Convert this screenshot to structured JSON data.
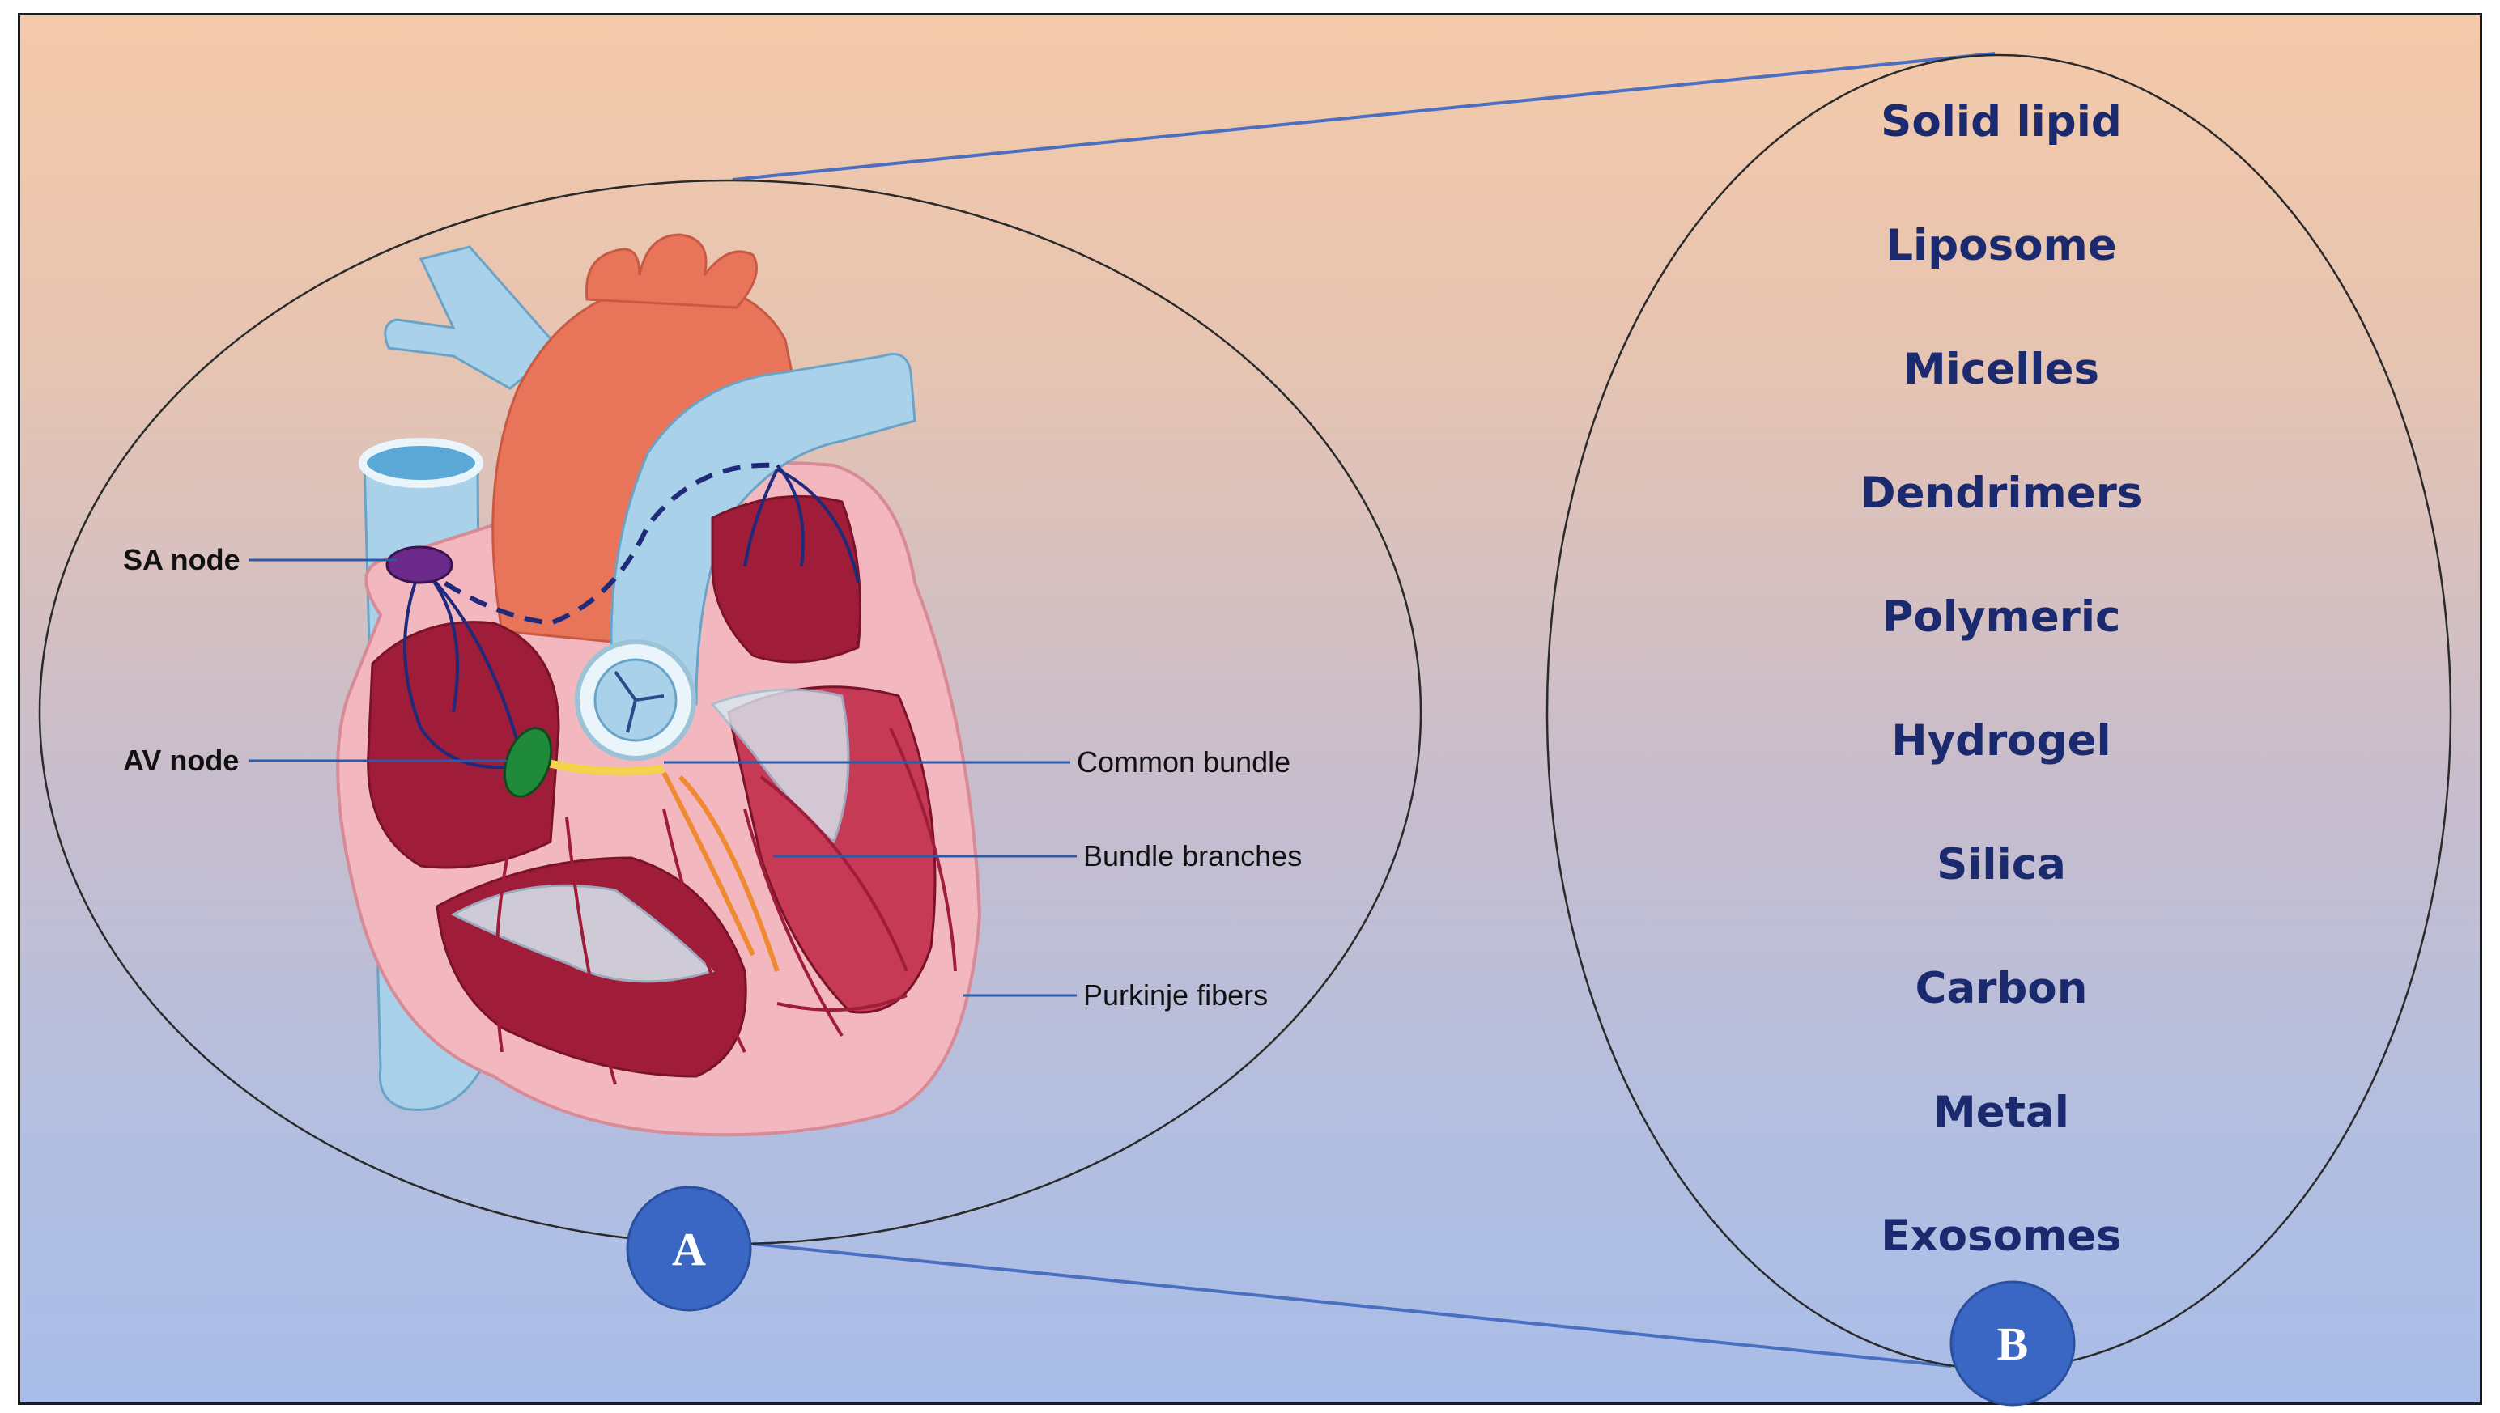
{
  "heart_labels": {
    "sa_node": "SA node",
    "av_node": "AV node",
    "common_bundle": "Common bundle",
    "bundle_branches": "Bundle branches",
    "purkinje_fibers": "Purkinje fibers"
  },
  "badges": {
    "a": "A",
    "b": "B"
  },
  "nanocarrier_types": [
    "Solid lipid",
    "Liposome",
    "Micelles",
    "Dendrimers",
    "Polymeric",
    "Hydrogel",
    "Silica",
    "Carbon",
    "Metal",
    "Exosomes"
  ],
  "colors": {
    "badge_fill": "#3a66c4",
    "type_text": "#1b2a6e",
    "aorta": "#e8745a",
    "vessel_blue": "#a9d1ea",
    "myocardium": "#f2b7bf",
    "chamber": "#a01d3a",
    "nerve": "#1f2a7a",
    "sa_node": "#6b2a8a",
    "av_node": "#1f8a3a",
    "bundle": "#f2d34a"
  }
}
